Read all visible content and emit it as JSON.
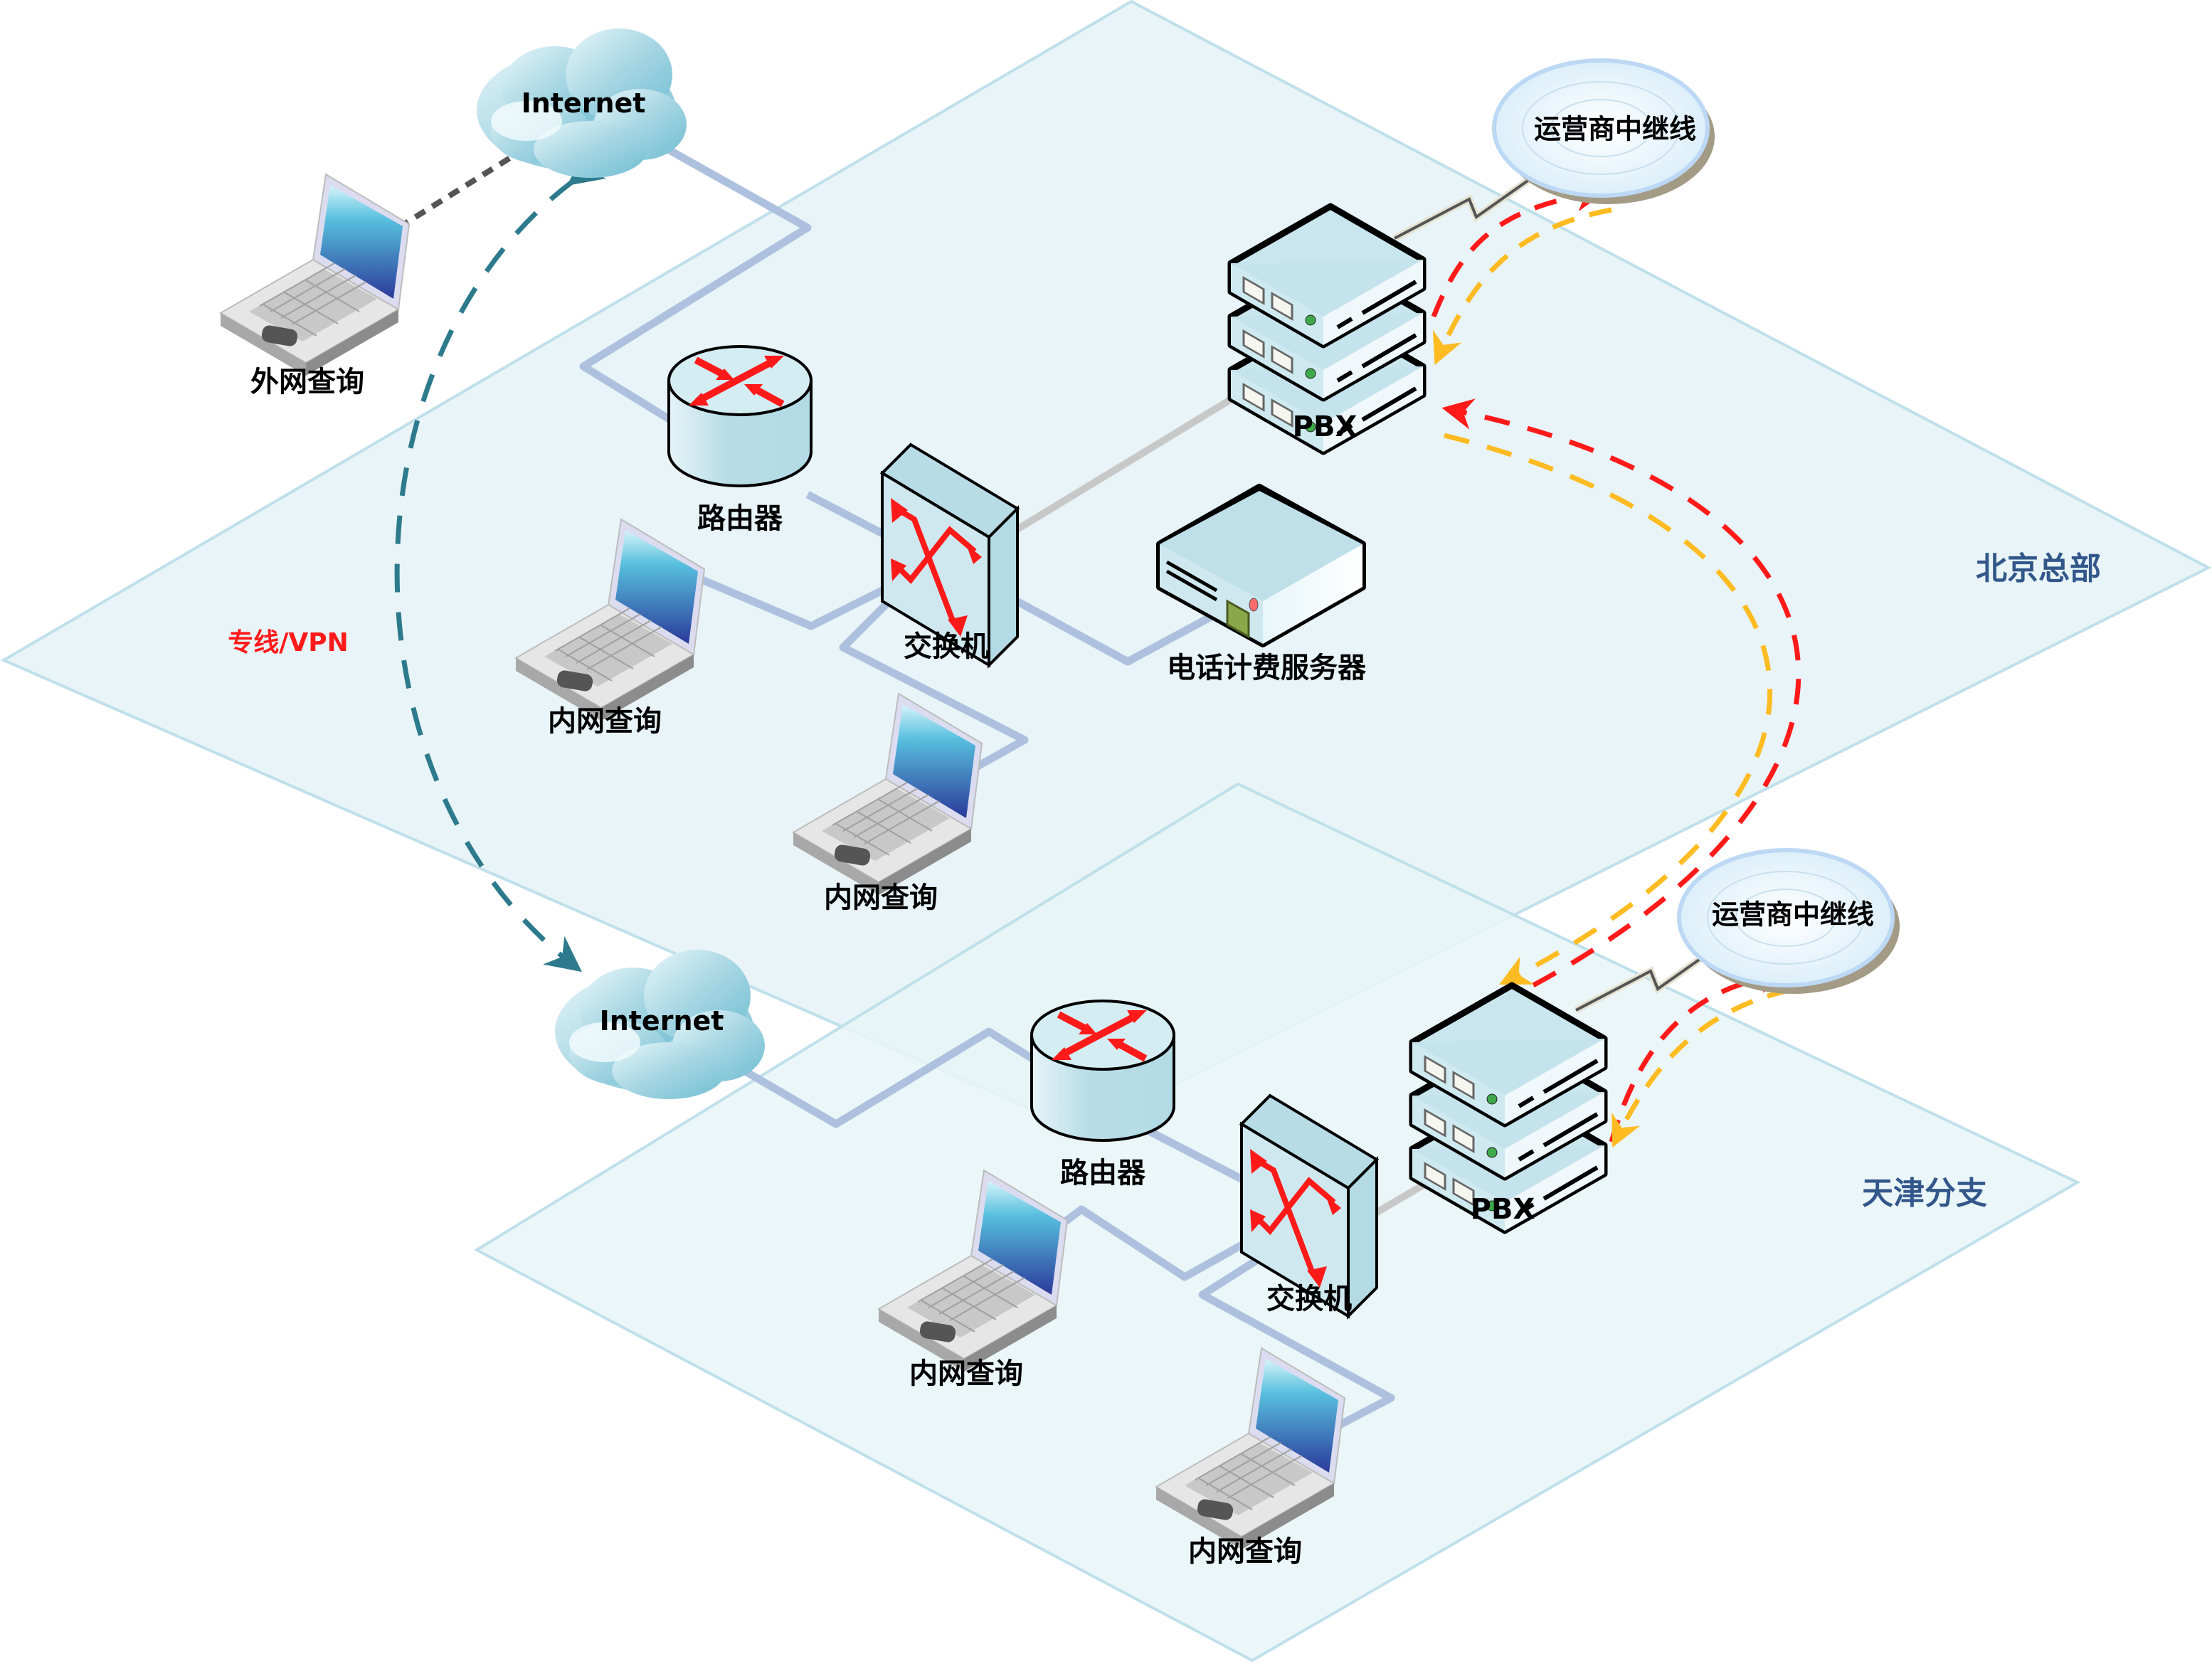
{
  "title": "北京总部与天津分支 PBX 组网拓扑",
  "colors": {
    "zone_fill": "#e8f4f7",
    "zone_border": "#bfe0ea",
    "lan_link": "#adc1df",
    "pbx_link": "#c8c8c8",
    "vpn_arrow": "#2d7a8c",
    "call_red": "#ff1a1a",
    "call_yellow": "#ffbb22",
    "site_label": "#33578a",
    "vpn_label": "#ff1a1a"
  },
  "zones": [
    {
      "id": "beijing",
      "label": "北京总部"
    },
    {
      "id": "tianjin",
      "label": "天津分支"
    }
  ],
  "external": {
    "laptop_label": "外网查询",
    "internet_beijing": "Internet",
    "internet_tianjin": "Internet",
    "carrier_beijing": "运营商中继线",
    "carrier_tianjin": "运营商中继线",
    "vpn_label": "专线/VPN"
  },
  "beijing": {
    "router": "路由器",
    "switch": "交换机",
    "pbx": "PBX",
    "billing_server": "电话计费服务器",
    "laptop_1": "内网查询",
    "laptop_2": "内网查询"
  },
  "tianjin": {
    "router": "路由器",
    "switch": "交换机",
    "pbx": "PBX",
    "laptop_1": "内网查询",
    "laptop_2": "内网查询"
  },
  "connections": [
    {
      "from": "外网查询",
      "to": "Internet (北京)",
      "style": "dashed-gray"
    },
    {
      "from": "Internet (北京)",
      "to": "路由器 (北京)",
      "style": "lan"
    },
    {
      "from": "路由器 (北京)",
      "to": "交换机 (北京)",
      "style": "lan"
    },
    {
      "from": "交换机 (北京)",
      "to": "PBX (北京)",
      "style": "gray"
    },
    {
      "from": "交换机 (北京)",
      "to": "电话计费服务器",
      "style": "lan"
    },
    {
      "from": "交换机 (北京)",
      "to": "内网查询 (北京 1)",
      "style": "lan"
    },
    {
      "from": "交换机 (北京)",
      "to": "内网查询 (北京 2)",
      "style": "lan"
    },
    {
      "from": "PBX (北京)",
      "to": "运营商中继线 (北京)",
      "style": "lightning"
    },
    {
      "from": "Internet (北京)",
      "to": "Internet (天津)",
      "style": "dashed-teal-vpn"
    },
    {
      "from": "PBX (北京)",
      "to": "PBX (天津)",
      "style": "dashed-red-yellow"
    },
    {
      "from": "Internet (天津)",
      "to": "路由器 (天津)",
      "style": "lan"
    },
    {
      "from": "路由器 (天津)",
      "to": "交换机 (天津)",
      "style": "lan"
    },
    {
      "from": "交换机 (天津)",
      "to": "PBX (天津)",
      "style": "gray"
    },
    {
      "from": "交换机 (天津)",
      "to": "内网查询 (天津 1)",
      "style": "lan"
    },
    {
      "from": "交换机 (天津)",
      "to": "内网查询 (天津 2)",
      "style": "lan"
    },
    {
      "from": "PBX (天津)",
      "to": "运营商中继线 (天津)",
      "style": "lightning"
    }
  ]
}
